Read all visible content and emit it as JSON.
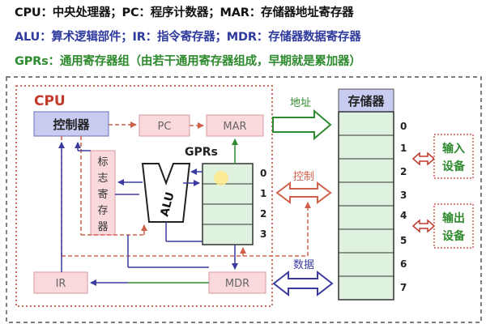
{
  "legend": {
    "line1": "CPU：中央处理器；PC：程序计数器；MAR：存储器地址寄存器",
    "line2": "ALU：算术逻辑部件；IR：指令寄存器；MDR：存储器数据寄存器",
    "line3": "GPRs：通用寄存器组（由若干通用寄存器组成，早期就是累加器）"
  },
  "cpu": {
    "title": "CPU",
    "controller": "控制器",
    "pc": "PC",
    "mar": "MAR",
    "flags_register": [
      "标",
      "志",
      "寄",
      "存",
      "器"
    ],
    "alu": "ALU",
    "gprs_title": "GPRs",
    "gpr_indices": [
      "0",
      "1",
      "2",
      "3"
    ],
    "ir": "IR",
    "mdr": "MDR"
  },
  "buses": {
    "address": "地址",
    "control": "控制",
    "data": "数据"
  },
  "memory": {
    "title": "存储器",
    "indices": [
      "0",
      "1",
      "2",
      "3",
      "4",
      "5",
      "6",
      "7"
    ]
  },
  "io": {
    "input": [
      "输入",
      "设备"
    ],
    "output": [
      "输出",
      "设备"
    ]
  },
  "colors": {
    "cpu_border": "#c0392b",
    "cpu_title": "#c0392b",
    "controller_fill": "#c8ccf0",
    "pink_fill": "#f9d9dc",
    "green_fill": "#d8f0d8",
    "register_green": "#dff2df",
    "bus_green": "#2e8a2e",
    "blue_line": "#3a3aa0",
    "control_dash": "#d0604a",
    "io_text": "#2e8a2e"
  }
}
